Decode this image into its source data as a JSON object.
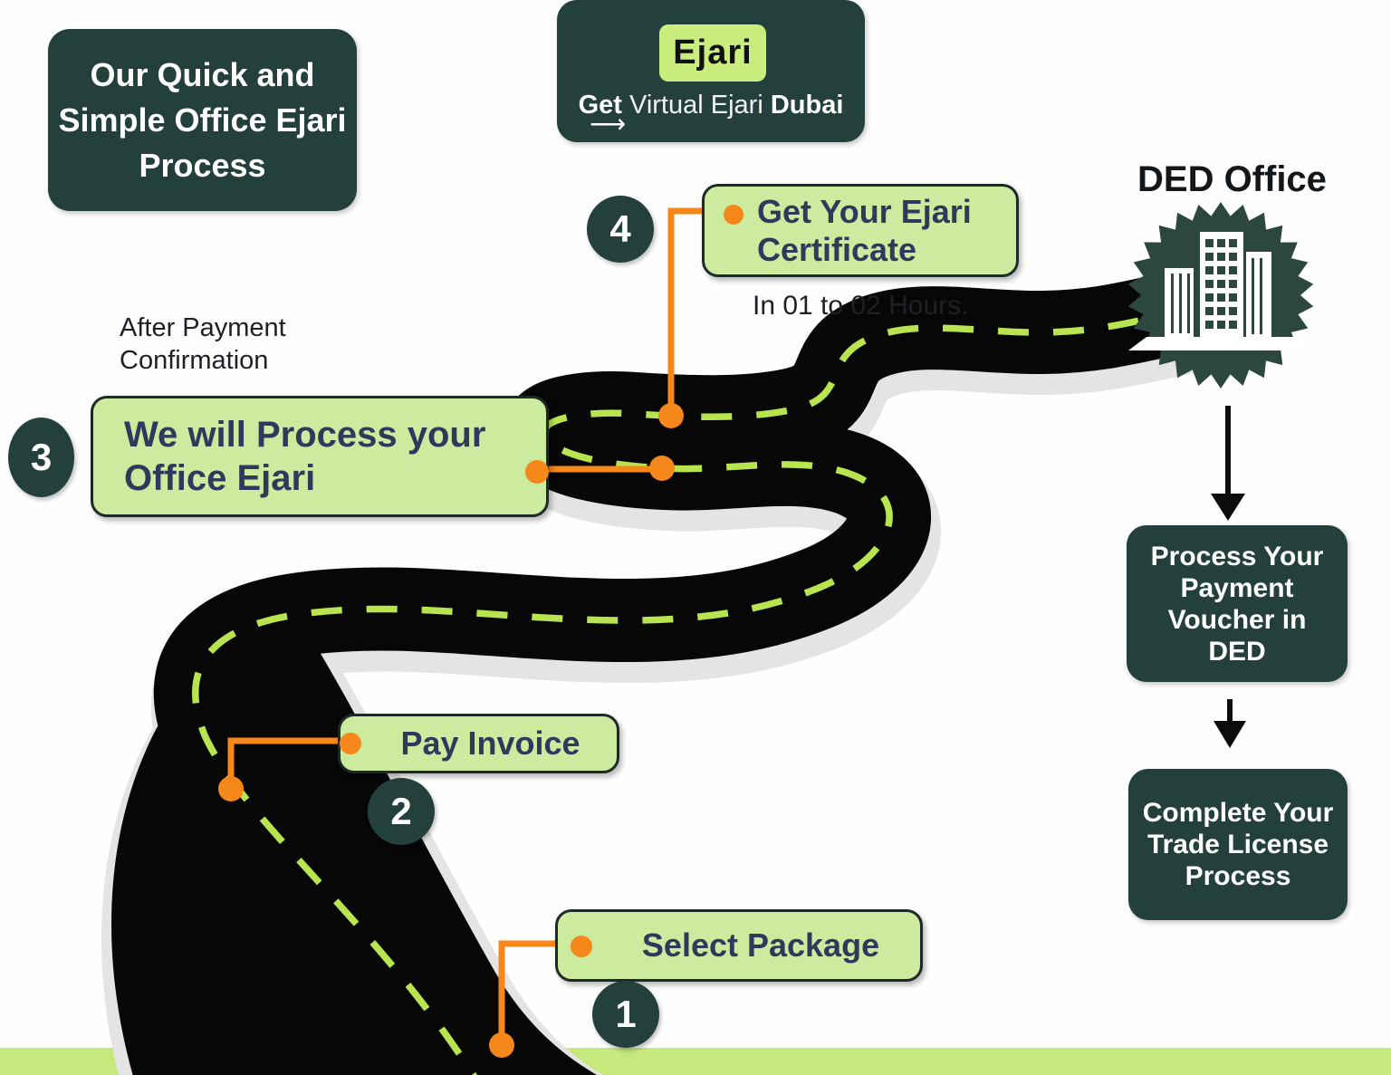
{
  "title": "Our Quick and Simple Office Ejari Process",
  "logo": {
    "badge": "Ejari",
    "tagline": {
      "get": "Get",
      "middle": " Virtual Ejari ",
      "dubai": "Dubai"
    },
    "arrow_glyph": "⟶"
  },
  "ded": {
    "label": "DED Office"
  },
  "steps": [
    {
      "num": "1",
      "label": "Select Package"
    },
    {
      "num": "2",
      "label": "Pay Invoice"
    },
    {
      "num": "3",
      "label": "We will Process your Office Ejari",
      "note_above": "After Payment Confirmation"
    },
    {
      "num": "4",
      "label": "Get Your Ejari Certificate",
      "note_below": "In 01 to 02 Hours."
    }
  ],
  "flow_boxes": [
    "Process Your Payment Voucher in DED",
    "Complete Your Trade License Process"
  ],
  "colors": {
    "dark_green": "#24403c",
    "seal_green": "#2b473f",
    "light_green_box": "#cdeb9e",
    "badge_green": "#c9ee7d",
    "bottom_bar_green": "#c5e97d",
    "dash_green": "#b7e44f",
    "accent_orange": "#f6871b",
    "navy_text": "#2e3a5c",
    "road_black": "#070707"
  }
}
